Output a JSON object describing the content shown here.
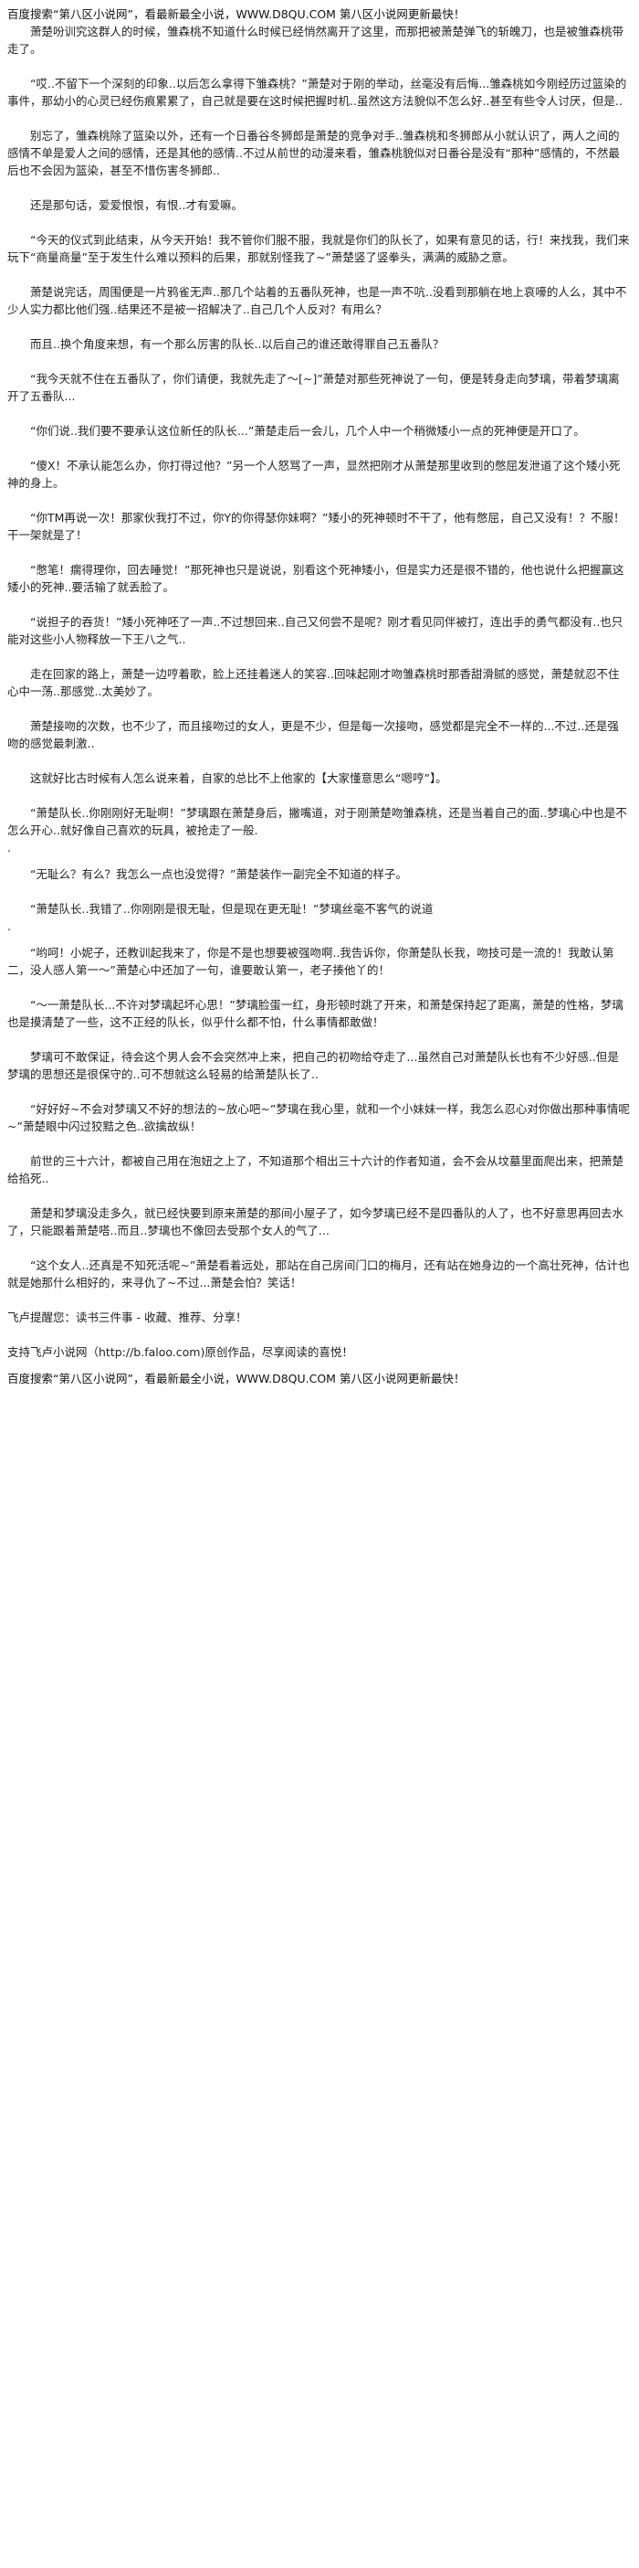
{
  "header": "百度搜索“第八区小说网”，看最新最全小说，WWW.D8QU.COM  第八区小说网更新最快！",
  "paragraphs": [
    "萧楚吩训究这群人的时候，雏森桃不知道什么时候已经悄然离开了这里，而那把被萧楚弹飞的斩魄刀，也是被雏森桃带走了。",
    "“哎..不留下一个深刻的印象..以后怎么拿得下雏森桃？”萧楚对于刚的举动，丝毫没有后悔...雏森桃如今刚经历过篮染的事件，那幼小的心灵已经伤痕累累了，自己就是要在这时候把握时机..虽然这方法貌似不怎么好..甚至有些令人讨厌，但是..",
    "别忘了，雏森桃除了篮染以外，还有一个日番谷冬狮郎是萧楚的竞争对手..雏森桃和冬狮郎从小就认识了，两人之间的感情不单是爱人之间的感情，还是其他的感情..不过从前世的动漫来看，雏森桃貌似对日番谷是没有“那种”感情的，不然最后也不会因为篮染，甚至不惜伤害冬狮郎..",
    "还是那句话，爱爱恨恨，有恨..才有爱嘛。",
    "“今天的仪式到此结束，从今天开始！我不管你们服不服，我就是你们的队长了，如果有意见的话，行！来找我，我们来玩下“商量商量”至于发生什么难以预料的后果，那就别怪我了~”萧楚竖了竖拳头，满满的威胁之意。",
    "萧楚说完话，周围便是一片鸦雀无声..那几个站着的五番队死神，也是一声不吭..没看到那躺在地上哀嚎的人么，其中不少人实力都比他们强..结果还不是被一招解决了..自己几个人反对？有用么？",
    "而且..换个角度来想，有一个那么厉害的队长..以后自己的谁还敢得罪自己五番队？",
    "“我今天就不住在五番队了，你们请便，我就先走了～[~]”萧楚对那些死神说了一句，便是转身走向梦璃，带着梦璃离开了五番队...",
    "“你们说..我们要不要承认这位新任的队长...”萧楚走后一会儿，几个人中一个稍微矮小一点的死神便是开口了。",
    "“傻X！不承认能怎么办，你打得过他？”另一个人怒骂了一声，显然把刚才从萧楚那里收到的憋屈发泄道了这个矮小死神的身上。",
    "“你TM再说一次！那家伙我打不过，你Y的你得瑟你妹啊？”矮小的死神顿时不干了，他有憋屈，自己又没有！？不服！干一架就是了！",
    "“憋笔！瘸得理你，回去睡觉！”那死神也只是说说，别看这个死神矮小，但是实力还是很不错的，他也说什么把握赢这矮小的死神..要活输了就丢脸了。",
    "“说担子的吞货！”矮小死神呸了一声..不过想回来..自己又何尝不是呢？刚才看见同伴被打，连出手的勇气都没有..也只能对这些小人物释放一下王八之气..",
    "走在回家的路上，萧楚一边哼着歌，脸上还挂着迷人的笑容..回味起刚才吻雏森桃时那香甜滑腻的感觉，萧楚就忍不住心中一荡..那感觉..太美妙了。",
    "萧楚接吻的次数，也不少了，而且接吻过的女人，更是不少，但是每一次接吻，感觉都是完全不一样的...不过..还是强吻的感觉最刺激..",
    "这就好比古时候有人怎么说来着，自家的总比不上他家的【大家懂意思么“嗯哼”】。",
    "“萧楚队长..你刚刚好无耻啊！”梦璃跟在萧楚身后，撇嘴道，对于刚萧楚吻雏森桃，还是当着自己的面..梦璃心中也是不怎么开心..就好像自己喜欢的玩具，被抢走了一般.",
    "“无耻么？有么？我怎么一点也没觉得？”萧楚装作一副完全不知道的样子。",
    "“萧楚队长..我错了..你刚刚是很无耻，但是现在更无耻！”梦璃丝毫不客气的说道",
    "“哟呵！小妮子，还教训起我来了，你是不是也想要被强吻啊..我告诉你，你萧楚队长我，吻技可是一流的！我敢认第二，没人感人第一～”萧楚心中还加了一句，谁要敢认第一，老子揍他丫的！",
    "“～一萧楚队长...不许对梦璃起坏心思！”梦璃脸蛋一红，身形顿时跳了开来，和萧楚保持起了距离，萧楚的性格，梦璃也是摸清楚了一些，这不正经的队长，似乎什么都不怕，什么事情都敢做！",
    "梦璃可不敢保证，待会这个男人会不会突然冲上来，把自己的初吻给夺走了...虽然自己对萧楚队长也有不少好感..但是梦璃的思想还是很保守的..可不想就这么轻易的给萧楚队长了..",
    "“好好好~不会对梦璃又不好的想法的~放心吧~”梦璃在我心里，就和一个小妹妹一样，我怎么忍心对你做出那种事情呢~”萧楚眼中闪过狡黠之色..欲擒故纵！",
    "前世的三十六计，都被自己用在泡妞之上了，不知道那个相出三十六计的作者知道，会不会从坟墓里面爬出来，把萧楚给掐死..",
    "萧楚和梦璃没走多久，就已经快要到原来萧楚的那间小屋子了，如今梦璃已经不是四番队的人了，也不好意思再回去水了，只能跟着萧楚嗒..而且..梦璃也不像回去受那个女人的气了...",
    "“这个女人..还真是不知死活呢~”萧楚看着远处，那站在自己房间门口的梅月，还有站在她身边的一个高壮死神，估计也就是她那什么相好的，来寻仇了~不过...萧楚会怕？笑话！"
  ],
  "dots": [
    ".",
    "."
  ],
  "notice_1": "飞卢提醒您：读书三件事 - 收藏、推荐、分享！",
  "notice_2": "支持飞卢小说网（http://b.faloo.com)原创作品，尽享阅读的喜悦！",
  "footer": "百度搜索“第八区小说网”，看最新最全小说，WWW.D8QU.COM  第八区小说网更新最快！"
}
